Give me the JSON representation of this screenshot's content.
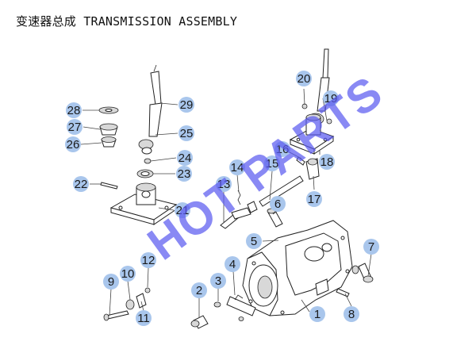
{
  "title": "变速器总成 TRANSMISSION ASSEMBLY",
  "watermark": "HOT PARTS",
  "colors": {
    "badge": "#a9c6ec",
    "watermark": "#5b5bf0",
    "line": "#222222"
  },
  "part_labels": [
    "1",
    "2",
    "3",
    "4",
    "5",
    "6",
    "7",
    "8",
    "9",
    "10",
    "11",
    "12",
    "13",
    "14",
    "15",
    "16",
    "17",
    "18",
    "19",
    "20",
    "21",
    "22",
    "23",
    "24",
    "25",
    "26",
    "27",
    "28",
    "29"
  ]
}
